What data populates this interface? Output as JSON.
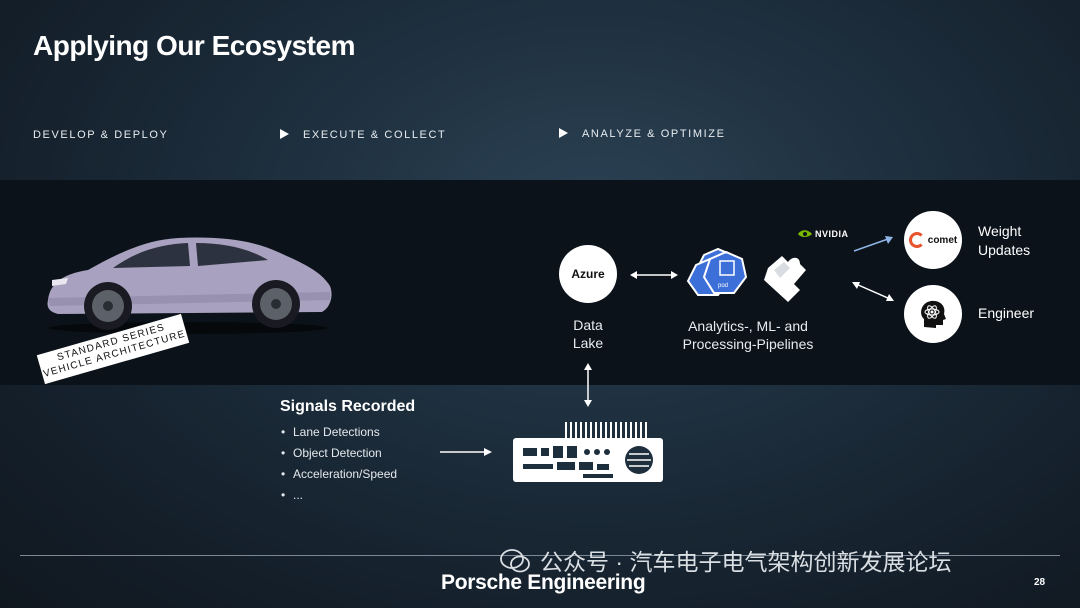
{
  "title": "Applying Our Ecosystem",
  "phases": [
    "DEVELOP & DEPLOY",
    "EXECUTE & COLLECT",
    "ANALYZE & OPTIMIZE"
  ],
  "badge": {
    "line1": "STANDARD SERIES",
    "line2": "VEHICLE ARCHITECTURE"
  },
  "azure": {
    "logo": "Azure",
    "label_line1": "Data",
    "label_line2": "Lake"
  },
  "analytics": {
    "label_line1": "Analytics-, ML- and",
    "label_line2": "Processing-Pipelines",
    "pod_text": "pod"
  },
  "nvidia": {
    "label": "NVIDIA"
  },
  "comet": {
    "logo": "comet",
    "label_line1": "Weight",
    "label_line2": "Updates"
  },
  "engineer": {
    "label": "Engineer"
  },
  "signals": {
    "heading": "Signals Recorded",
    "items": [
      "Lane Detections",
      "Object Detection",
      "Acceleration/Speed",
      "..."
    ]
  },
  "footer": {
    "brand": "Porsche Engineering",
    "page": "28"
  },
  "watermark": "公众号 · 汽车电子电气架构创新发展论坛",
  "icons": [
    "car-image",
    "azure-logo",
    "kubernetes-pods-icon",
    "puzzle-icon",
    "nvidia-logo",
    "comet-logo",
    "ai-head-icon",
    "data-logger-icon",
    "wechat-icon"
  ],
  "colors": {
    "band": "#0b1219",
    "accent_blue": "#3d6fd9",
    "comet_orange": "#e8552d",
    "arrow_blue": "#8fb5e6"
  }
}
